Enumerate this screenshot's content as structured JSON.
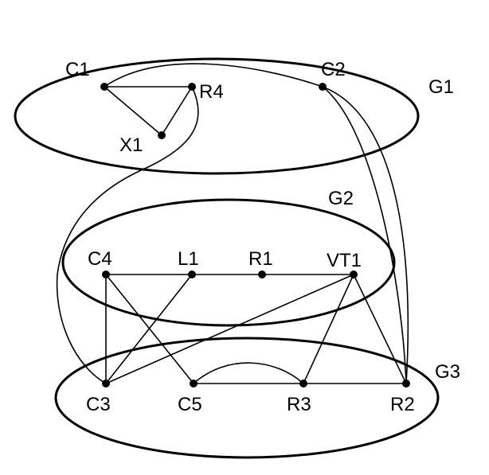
{
  "diagram": {
    "groups": [
      {
        "id": "G1",
        "label": "G1"
      },
      {
        "id": "G2",
        "label": "G2"
      },
      {
        "id": "G3",
        "label": "G3"
      }
    ],
    "nodes": [
      {
        "id": "C1",
        "label": "C1",
        "group": "G1"
      },
      {
        "id": "R4",
        "label": "R4",
        "group": "G1"
      },
      {
        "id": "X1",
        "label": "X1",
        "group": "G1"
      },
      {
        "id": "C2",
        "label": "C2",
        "group": "G1"
      },
      {
        "id": "C4",
        "label": "C4",
        "group": "G2"
      },
      {
        "id": "L1",
        "label": "L1",
        "group": "G2"
      },
      {
        "id": "R1",
        "label": "R1",
        "group": "G2"
      },
      {
        "id": "VT1",
        "label": "VT1",
        "group": "G2"
      },
      {
        "id": "C3",
        "label": "C3",
        "group": "G3"
      },
      {
        "id": "C5",
        "label": "C5",
        "group": "G3"
      },
      {
        "id": "R3",
        "label": "R3",
        "group": "G3"
      },
      {
        "id": "R2",
        "label": "R2",
        "group": "G3"
      }
    ],
    "edges": [
      {
        "from": "C1",
        "to": "R4"
      },
      {
        "from": "C1",
        "to": "X1"
      },
      {
        "from": "R4",
        "to": "X1"
      },
      {
        "from": "C1",
        "to": "C2"
      },
      {
        "from": "C2",
        "to": "R2",
        "style": "inner"
      },
      {
        "from": "C2",
        "to": "R2",
        "style": "outer"
      },
      {
        "from": "R4",
        "to": "C3"
      },
      {
        "from": "C4",
        "to": "VT1"
      },
      {
        "from": "C4",
        "to": "C3"
      },
      {
        "from": "C4",
        "to": "C5"
      },
      {
        "from": "L1",
        "to": "C3"
      },
      {
        "from": "VT1",
        "to": "C3"
      },
      {
        "from": "VT1",
        "to": "R3"
      },
      {
        "from": "VT1",
        "to": "R2"
      },
      {
        "from": "C5",
        "to": "R2"
      },
      {
        "from": "C5",
        "to": "R3",
        "style": "arc"
      }
    ]
  }
}
